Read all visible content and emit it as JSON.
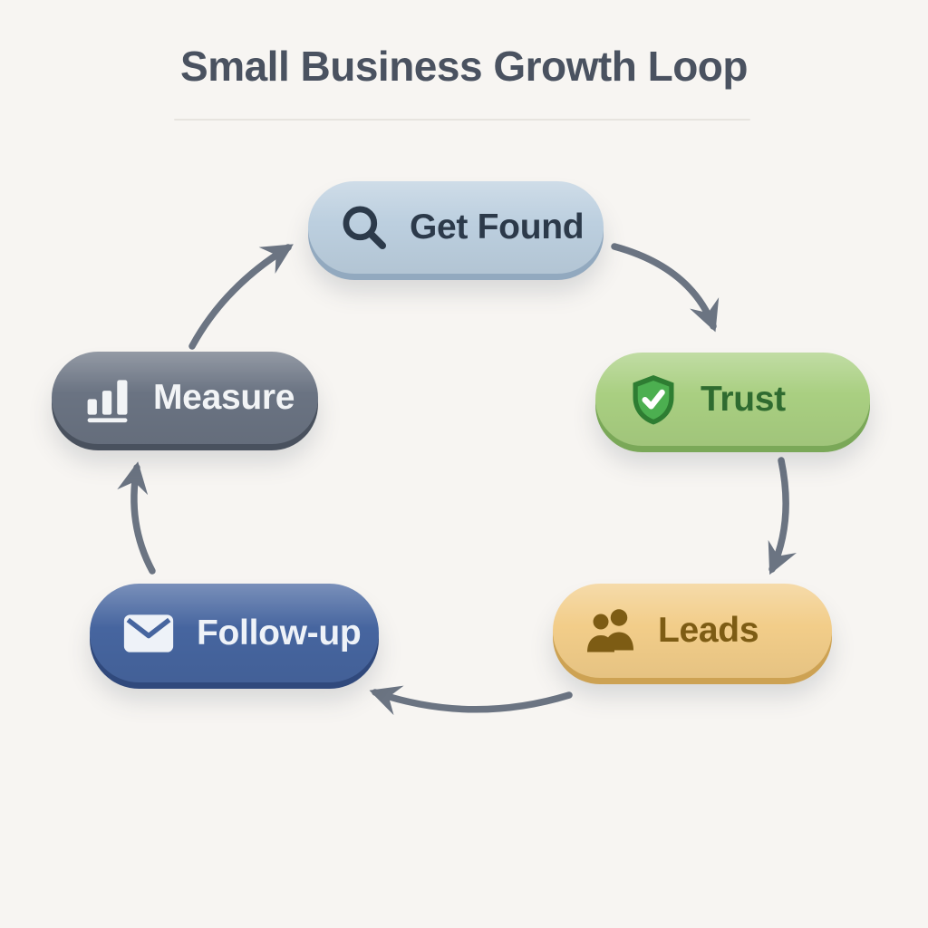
{
  "title": "Small Business Growth Loop",
  "colors": {
    "background": "#f7f5f2",
    "title_text": "#4a5260",
    "divider": "#e7e4df",
    "arrow": "#6b7482"
  },
  "nodes": [
    {
      "id": "get-found",
      "label": "Get Found",
      "icon": "magnifier-icon",
      "colors": {
        "bg": "#bccfdf",
        "edge": "#92a9bf",
        "text": "#2c3a4a"
      }
    },
    {
      "id": "trust",
      "label": "Trust",
      "icon": "shield-check-icon",
      "colors": {
        "bg": "#a9cf81",
        "edge": "#7aa858",
        "text": "#2f6b30",
        "shield_dark": "#2e7d32",
        "shield_light": "#4caf50",
        "check": "#ffffff"
      }
    },
    {
      "id": "leads",
      "label": "Leads",
      "icon": "people-icon",
      "colors": {
        "bg": "#f2cd89",
        "edge": "#cda253",
        "text": "#7d5c14"
      }
    },
    {
      "id": "follow-up",
      "label": "Follow-up",
      "icon": "envelope-icon",
      "colors": {
        "bg": "#46659f",
        "edge": "#30497c",
        "text": "#eef2f8"
      }
    },
    {
      "id": "measure",
      "label": "Measure",
      "icon": "bar-chart-icon",
      "colors": {
        "bg": "#6a7382",
        "edge": "#49515e",
        "text": "#f2f4f6"
      }
    }
  ],
  "arrows": [
    {
      "from": "measure",
      "to": "get-found"
    },
    {
      "from": "get-found",
      "to": "trust"
    },
    {
      "from": "trust",
      "to": "leads"
    },
    {
      "from": "leads",
      "to": "follow-up"
    },
    {
      "from": "follow-up",
      "to": "measure"
    }
  ]
}
